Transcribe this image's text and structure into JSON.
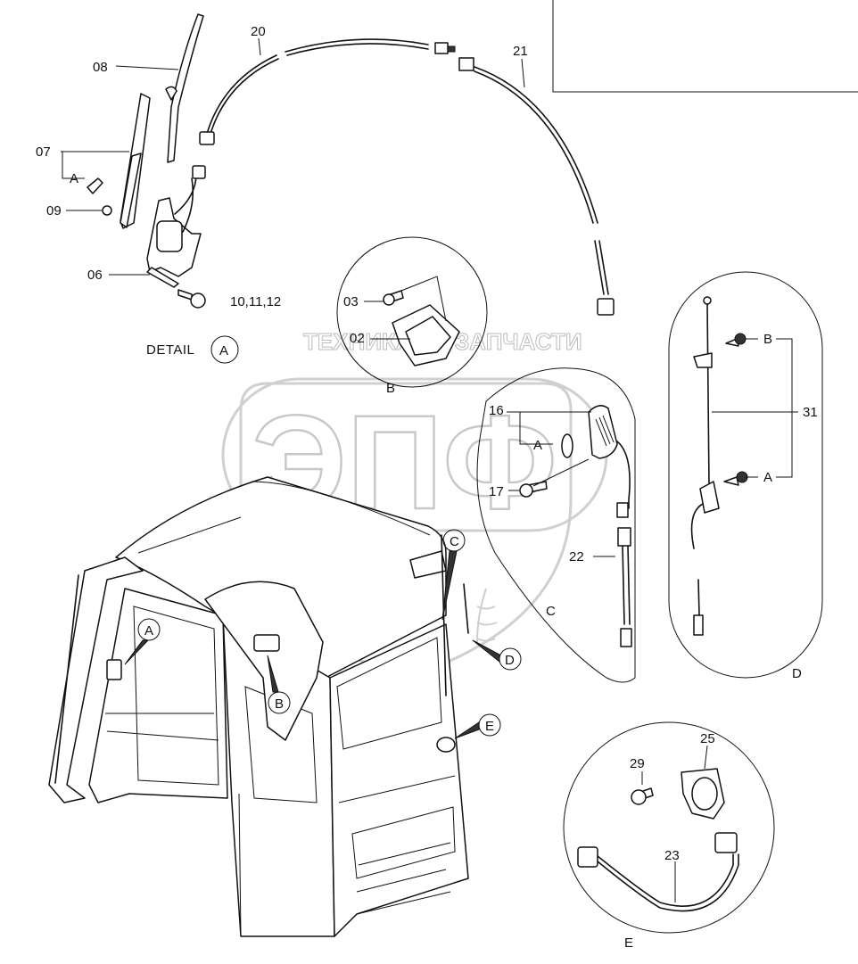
{
  "watermark": {
    "top_text": "ТЕХНИКА",
    "top_text_right": "ЗАПЧАСТИ",
    "logo_text": "ЭПФ"
  },
  "detail_a": {
    "label": "DETAIL",
    "circle": "A",
    "parts": {
      "p08": "08",
      "p07": "07",
      "p07_sub": "A",
      "p09": "09",
      "p06": "06",
      "p10": "10,11,12"
    }
  },
  "cables": {
    "p20": "20",
    "p21": "21"
  },
  "detail_b": {
    "letter": "B",
    "parts": {
      "p03": "03",
      "p02": "02"
    }
  },
  "detail_c": {
    "letter": "C",
    "parts": {
      "p16": "16",
      "p16_sub": "A",
      "p17": "17",
      "p22": "22"
    }
  },
  "detail_d": {
    "letter": "D",
    "parts": {
      "p31": "31",
      "sub_b": "B",
      "sub_a": "A"
    }
  },
  "detail_e": {
    "letter": "E",
    "parts": {
      "p25": "25",
      "p29": "29",
      "p23": "23"
    }
  },
  "cab_callouts": {
    "a": "A",
    "b": "B",
    "c": "C",
    "d": "D",
    "e": "E"
  }
}
